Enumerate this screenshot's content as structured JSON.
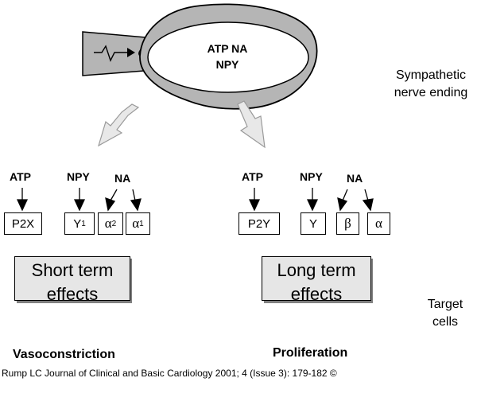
{
  "nerve": {
    "vesicle_line1": "ATP  NA",
    "vesicle_line2": "NPY",
    "label_line1": "Sympathetic",
    "label_line2": "nerve ending"
  },
  "short_term": {
    "transmitters": [
      "ATP",
      "NPY",
      "NA"
    ],
    "receptors": {
      "p2x": "P2X",
      "y1": "Y",
      "y1_sub": "1",
      "a2": "α",
      "a2_sub": "2",
      "a1": "α",
      "a1_sub": "1"
    },
    "effect_line1": "Short term",
    "effect_line2": "effects",
    "outcome": "Vasoconstriction"
  },
  "long_term": {
    "transmitters": [
      "ATP",
      "NPY",
      "NA"
    ],
    "receptors": {
      "p2y": "P2Y",
      "y": "Y",
      "beta": "β",
      "alpha": "α"
    },
    "effect_line1": "Long term",
    "effect_line2": "effects",
    "outcome": "Proliferation"
  },
  "target": {
    "line1": "Target",
    "line2": "cells"
  },
  "citation": "Rump LC Journal of Clinical and Basic Cardiology 2001; 4 (Issue 3): 179-182 ©",
  "colors": {
    "nerve_ring": "#b5b5b5",
    "effect_box": "#e6e6e6",
    "arrow_fill": "#e8e8e8",
    "arrow_stroke": "#9a9a9a"
  }
}
